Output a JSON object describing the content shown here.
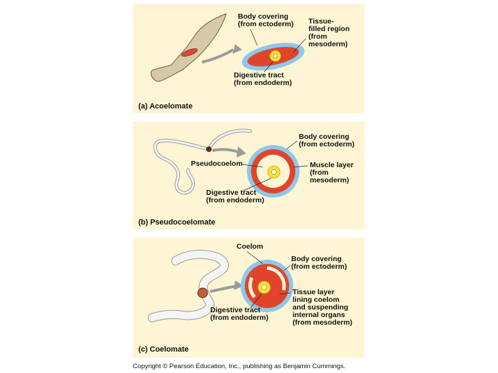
{
  "colors": {
    "panel_bg": "#fdf5d4",
    "ectoderm": "#8ec8ea",
    "mesoderm": "#e0452c",
    "endoderm": "#f7e03a",
    "arrow": "#9b9b9b"
  },
  "panel_a": {
    "caption": "(a) Acoelomate",
    "labels": {
      "body_covering": "Body covering\n(from ectoderm)",
      "tissue_region": "Tissue-\nfilled region\n(from\nmesoderm)",
      "digestive": "Digestive tract\n(from endoderm)"
    }
  },
  "panel_b": {
    "caption": "(b) Pseudocoelomate",
    "labels": {
      "body_covering": "Body covering\n(from ectoderm)",
      "pseudocoelom": "Pseudocoelom",
      "muscle_layer": "Muscle layer\n(from\nmesoderm)",
      "digestive": "Digestive tract\n(from endoderm)"
    }
  },
  "panel_c": {
    "caption": "(c) Coelomate",
    "labels": {
      "coelom": "Coelom",
      "body_covering": "Body covering\n(from ectoderm)",
      "tissue_layer": "Tissue layer\nlining coelom\nand suspending\ninternal organs\n(from mesoderm)",
      "digestive": "Digestive tract\n(from endoderm)"
    }
  },
  "copyright": "Copyright © Pearson Education, Inc., publishing as Benjamin Cummings."
}
